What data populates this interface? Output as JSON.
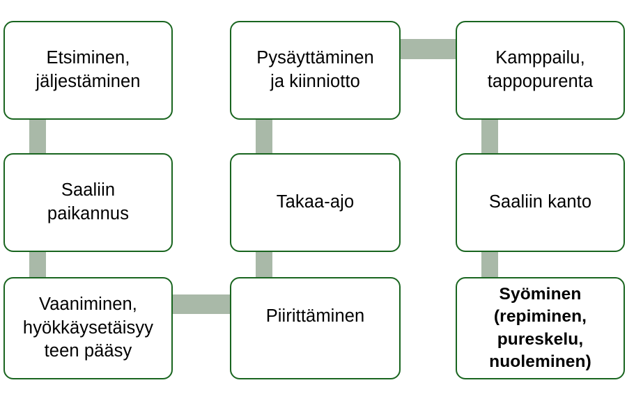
{
  "diagram": {
    "type": "flow-grid",
    "columns": 3,
    "rows": 3,
    "colors": {
      "node_border": "#19651f",
      "node_fill": "#ffffff",
      "connector": "#a9b9a8",
      "text": "#000000",
      "background": "#ffffff"
    },
    "nodes": [
      {
        "id": "etsiminen",
        "label": "Etsiminen,\njäljestäminen",
        "row": 1,
        "col": 1,
        "bold": false
      },
      {
        "id": "pysayttaminen",
        "label": "Pysäyttäminen\nja kiinniotto",
        "row": 1,
        "col": 2,
        "bold": false
      },
      {
        "id": "kamppailu",
        "label": "Kamppailu,\ntappopurenta",
        "row": 1,
        "col": 3,
        "bold": false
      },
      {
        "id": "saaliin-paikannus",
        "label": "Saaliin\npaikannus",
        "row": 2,
        "col": 1,
        "bold": false
      },
      {
        "id": "takaa-ajo",
        "label": "Takaa-ajo",
        "row": 2,
        "col": 2,
        "bold": false
      },
      {
        "id": "saaliin-kanto",
        "label": "Saaliin kanto",
        "row": 2,
        "col": 3,
        "bold": false
      },
      {
        "id": "vaaniminen",
        "label": "Vaaniminen,\nhyökkäysetäisyy\nteen pääsy",
        "row": 3,
        "col": 1,
        "bold": false
      },
      {
        "id": "piirittaminen",
        "label": "Piirittäminen",
        "row": 3,
        "col": 2,
        "bold": false
      },
      {
        "id": "syominen",
        "label": "Syöminen\n(repiminen,\npureskelu,\nnuoleminen)",
        "row": 3,
        "col": 3,
        "bold": true
      }
    ],
    "connectors": [
      {
        "id": "conn-col1-r1-r2",
        "orientation": "vertical",
        "from": "etsiminen",
        "to": "saaliin-paikannus"
      },
      {
        "id": "conn-col1-r2-r3",
        "orientation": "vertical",
        "from": "saaliin-paikannus",
        "to": "vaaniminen"
      },
      {
        "id": "conn-col2-r1-r2",
        "orientation": "vertical",
        "from": "pysayttaminen",
        "to": "takaa-ajo"
      },
      {
        "id": "conn-col2-r2-r3",
        "orientation": "vertical",
        "from": "takaa-ajo",
        "to": "piirittaminen"
      },
      {
        "id": "conn-col3-r1-r2",
        "orientation": "vertical",
        "from": "kamppailu",
        "to": "saaliin-kanto"
      },
      {
        "id": "conn-col3-r2-r3",
        "orientation": "vertical",
        "from": "saaliin-kanto",
        "to": "syominen"
      },
      {
        "id": "conn-row1-c2-c3",
        "orientation": "horizontal",
        "from": "pysayttaminen",
        "to": "kamppailu"
      },
      {
        "id": "conn-row3-c1-c2",
        "orientation": "horizontal",
        "from": "vaaniminen",
        "to": "piirittaminen"
      }
    ]
  }
}
